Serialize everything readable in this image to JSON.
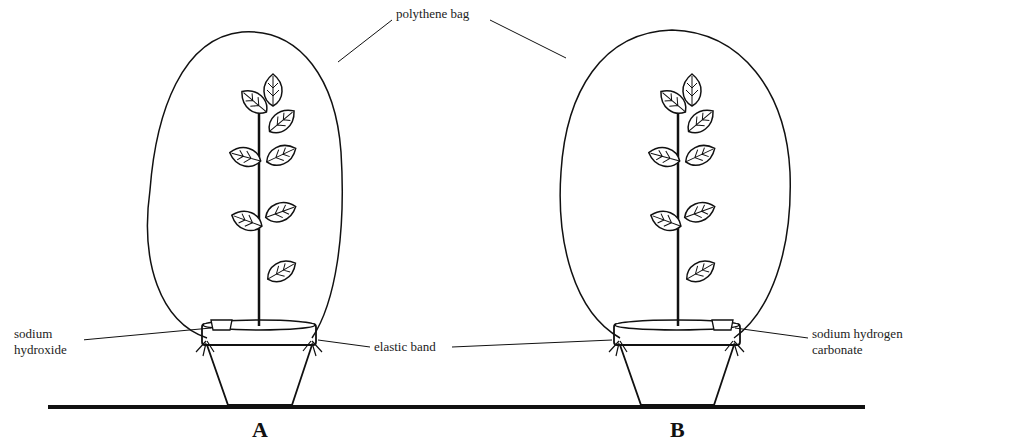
{
  "diagram": {
    "labels": [
      "polythene bag",
      "sodium hydroxide",
      "elastic band",
      "sodium hydrogen carbonate",
      "A",
      "B"
    ]
  }
}
